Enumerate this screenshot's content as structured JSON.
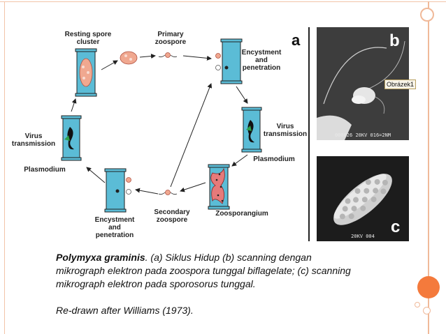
{
  "diagram": {
    "panel_letter": "a",
    "labels": {
      "resting_spore_cluster": [
        "Resting spore",
        "cluster"
      ],
      "primary_zoospore": [
        "Primary",
        "zoospore"
      ],
      "encystment_penetration_top": [
        "Encystment",
        "and",
        "penetration"
      ],
      "virus_transmission_right": [
        "Virus",
        "transmission"
      ],
      "plasmodium_right": "Plasmodium",
      "zoosporangium": "Zoosporangium",
      "secondary_zoospore": [
        "Secondary",
        "zoospore"
      ],
      "encystment_penetration_bottom": [
        "Encystment",
        "and",
        "penetration"
      ],
      "plasmodium_left": "Plasmodium",
      "virus_transmission_left": [
        "Virus",
        "transmission"
      ]
    }
  },
  "photos": {
    "b_letter": "b",
    "c_letter": "c",
    "b_tag": "Obrázek1",
    "b_scale": "000026 20KV 016=2NM",
    "c_scale": "20KV 004"
  },
  "caption": {
    "species": "Polymyxa graminis",
    "line1_rest": ". (a) Siklus Hidup (b) scanning dengan",
    "line2": "mikrograph  elektron pada  zoospora tunggal biflagelate; (c) scanning",
    "line3": "mikrograph  elektron  pada sporosorus tunggal.",
    "credit": "Re-drawn after Williams (1973)."
  },
  "colors": {
    "cell": "#5bbcd6",
    "accent": "#f47a3c",
    "border": "#f0b999",
    "spore": "#f0a890"
  }
}
